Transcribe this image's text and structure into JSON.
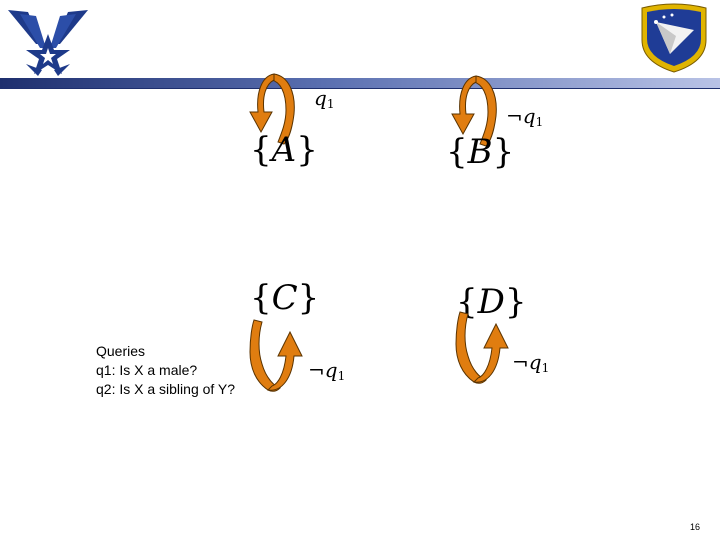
{
  "diagram": {
    "states": [
      {
        "set_open": "{",
        "letter": "A",
        "set_close": "}"
      },
      {
        "set_open": "{",
        "letter": "B",
        "set_close": "}"
      },
      {
        "set_open": "{",
        "letter": "C",
        "set_close": "}"
      },
      {
        "set_open": "{",
        "letter": "D",
        "set_close": "}"
      }
    ],
    "loops": [
      {
        "neg": "",
        "var": "q",
        "sub": "1"
      },
      {
        "neg": "¬",
        "var": "q",
        "sub": "1"
      },
      {
        "neg": "¬",
        "var": "q",
        "sub": "1"
      },
      {
        "neg": "¬",
        "var": "q",
        "sub": "1"
      }
    ],
    "arrow_color": "#e07d10"
  },
  "queries": {
    "title": "Queries",
    "q1": "q1: Is X a male?",
    "q2": "q2: Is X a sibling of Y?"
  },
  "footer": {
    "page_number": "16"
  },
  "colors": {
    "header_dark": "#1e2f6e",
    "header_light": "#b9c3e6"
  }
}
